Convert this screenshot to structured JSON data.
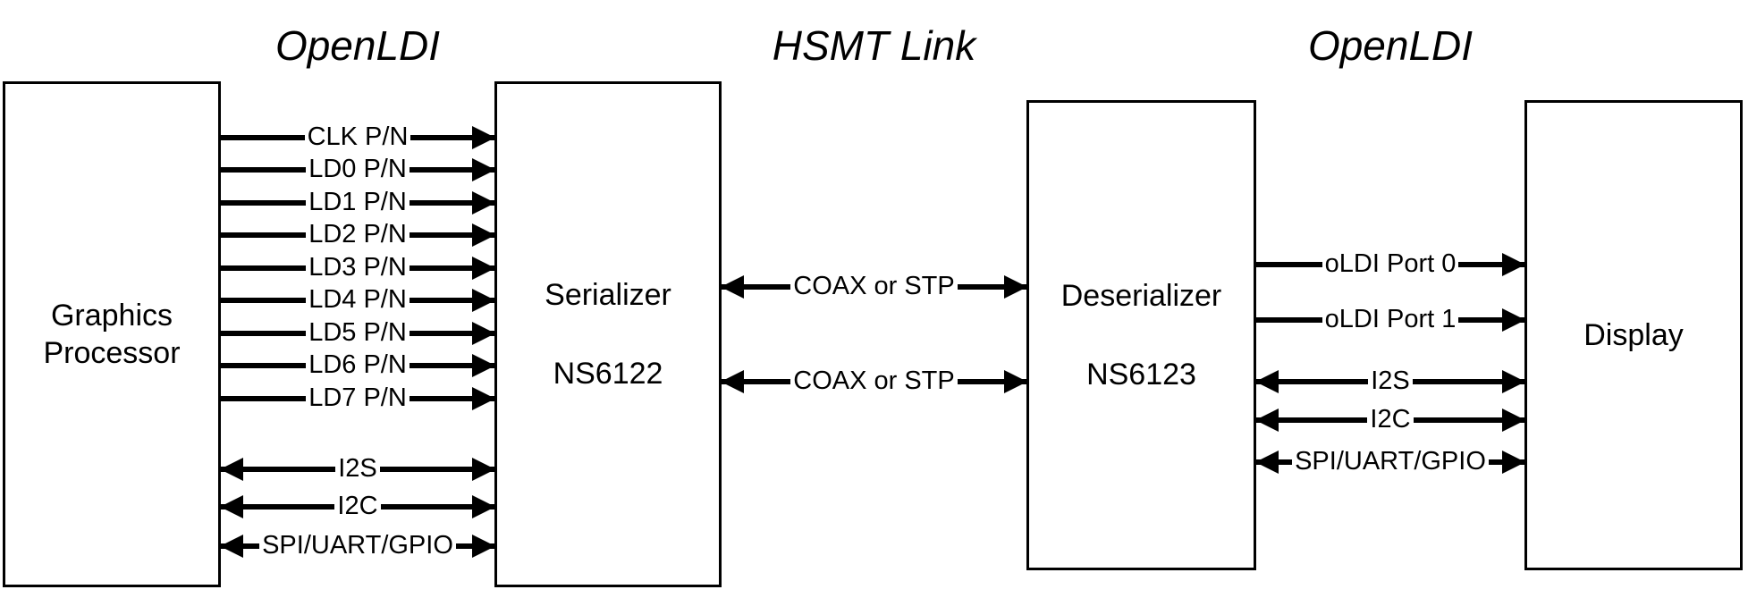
{
  "diagram": {
    "headers": [
      {
        "label": "OpenLDI"
      },
      {
        "label": "HSMT Link"
      },
      {
        "label": "OpenLDI"
      }
    ],
    "blocks": {
      "graphics_processor": {
        "line1": "Graphics",
        "line2": "Processor"
      },
      "serializer": {
        "line1": "Serializer",
        "line2": "NS6122"
      },
      "deserializer": {
        "line1": "Deserializer",
        "line2": "NS6123"
      },
      "display": {
        "line1": "Display"
      }
    },
    "connections": {
      "gp_to_serializer": [
        {
          "label": "CLK P/N",
          "direction": "right"
        },
        {
          "label": "LD0 P/N",
          "direction": "right"
        },
        {
          "label": "LD1 P/N",
          "direction": "right"
        },
        {
          "label": "LD2 P/N",
          "direction": "right"
        },
        {
          "label": "LD3 P/N",
          "direction": "right"
        },
        {
          "label": "LD4 P/N",
          "direction": "right"
        },
        {
          "label": "LD5 P/N",
          "direction": "right"
        },
        {
          "label": "LD6 P/N",
          "direction": "right"
        },
        {
          "label": "LD7 P/N",
          "direction": "right"
        },
        {
          "label": "I2S",
          "direction": "both"
        },
        {
          "label": "I2C",
          "direction": "both"
        },
        {
          "label": "SPI/UART/GPIO",
          "direction": "both"
        }
      ],
      "serializer_to_deserializer": [
        {
          "label": "COAX or STP",
          "direction": "both"
        },
        {
          "label": "COAX or STP",
          "direction": "both"
        }
      ],
      "deserializer_to_display": [
        {
          "label": "oLDI Port 0",
          "direction": "right"
        },
        {
          "label": "oLDI Port 1",
          "direction": "right"
        },
        {
          "label": "I2S",
          "direction": "both"
        },
        {
          "label": "I2C",
          "direction": "both"
        },
        {
          "label": "SPI/UART/GPIO",
          "direction": "both"
        }
      ]
    },
    "colors": {
      "stroke": "#000000",
      "background": "#ffffff"
    }
  }
}
